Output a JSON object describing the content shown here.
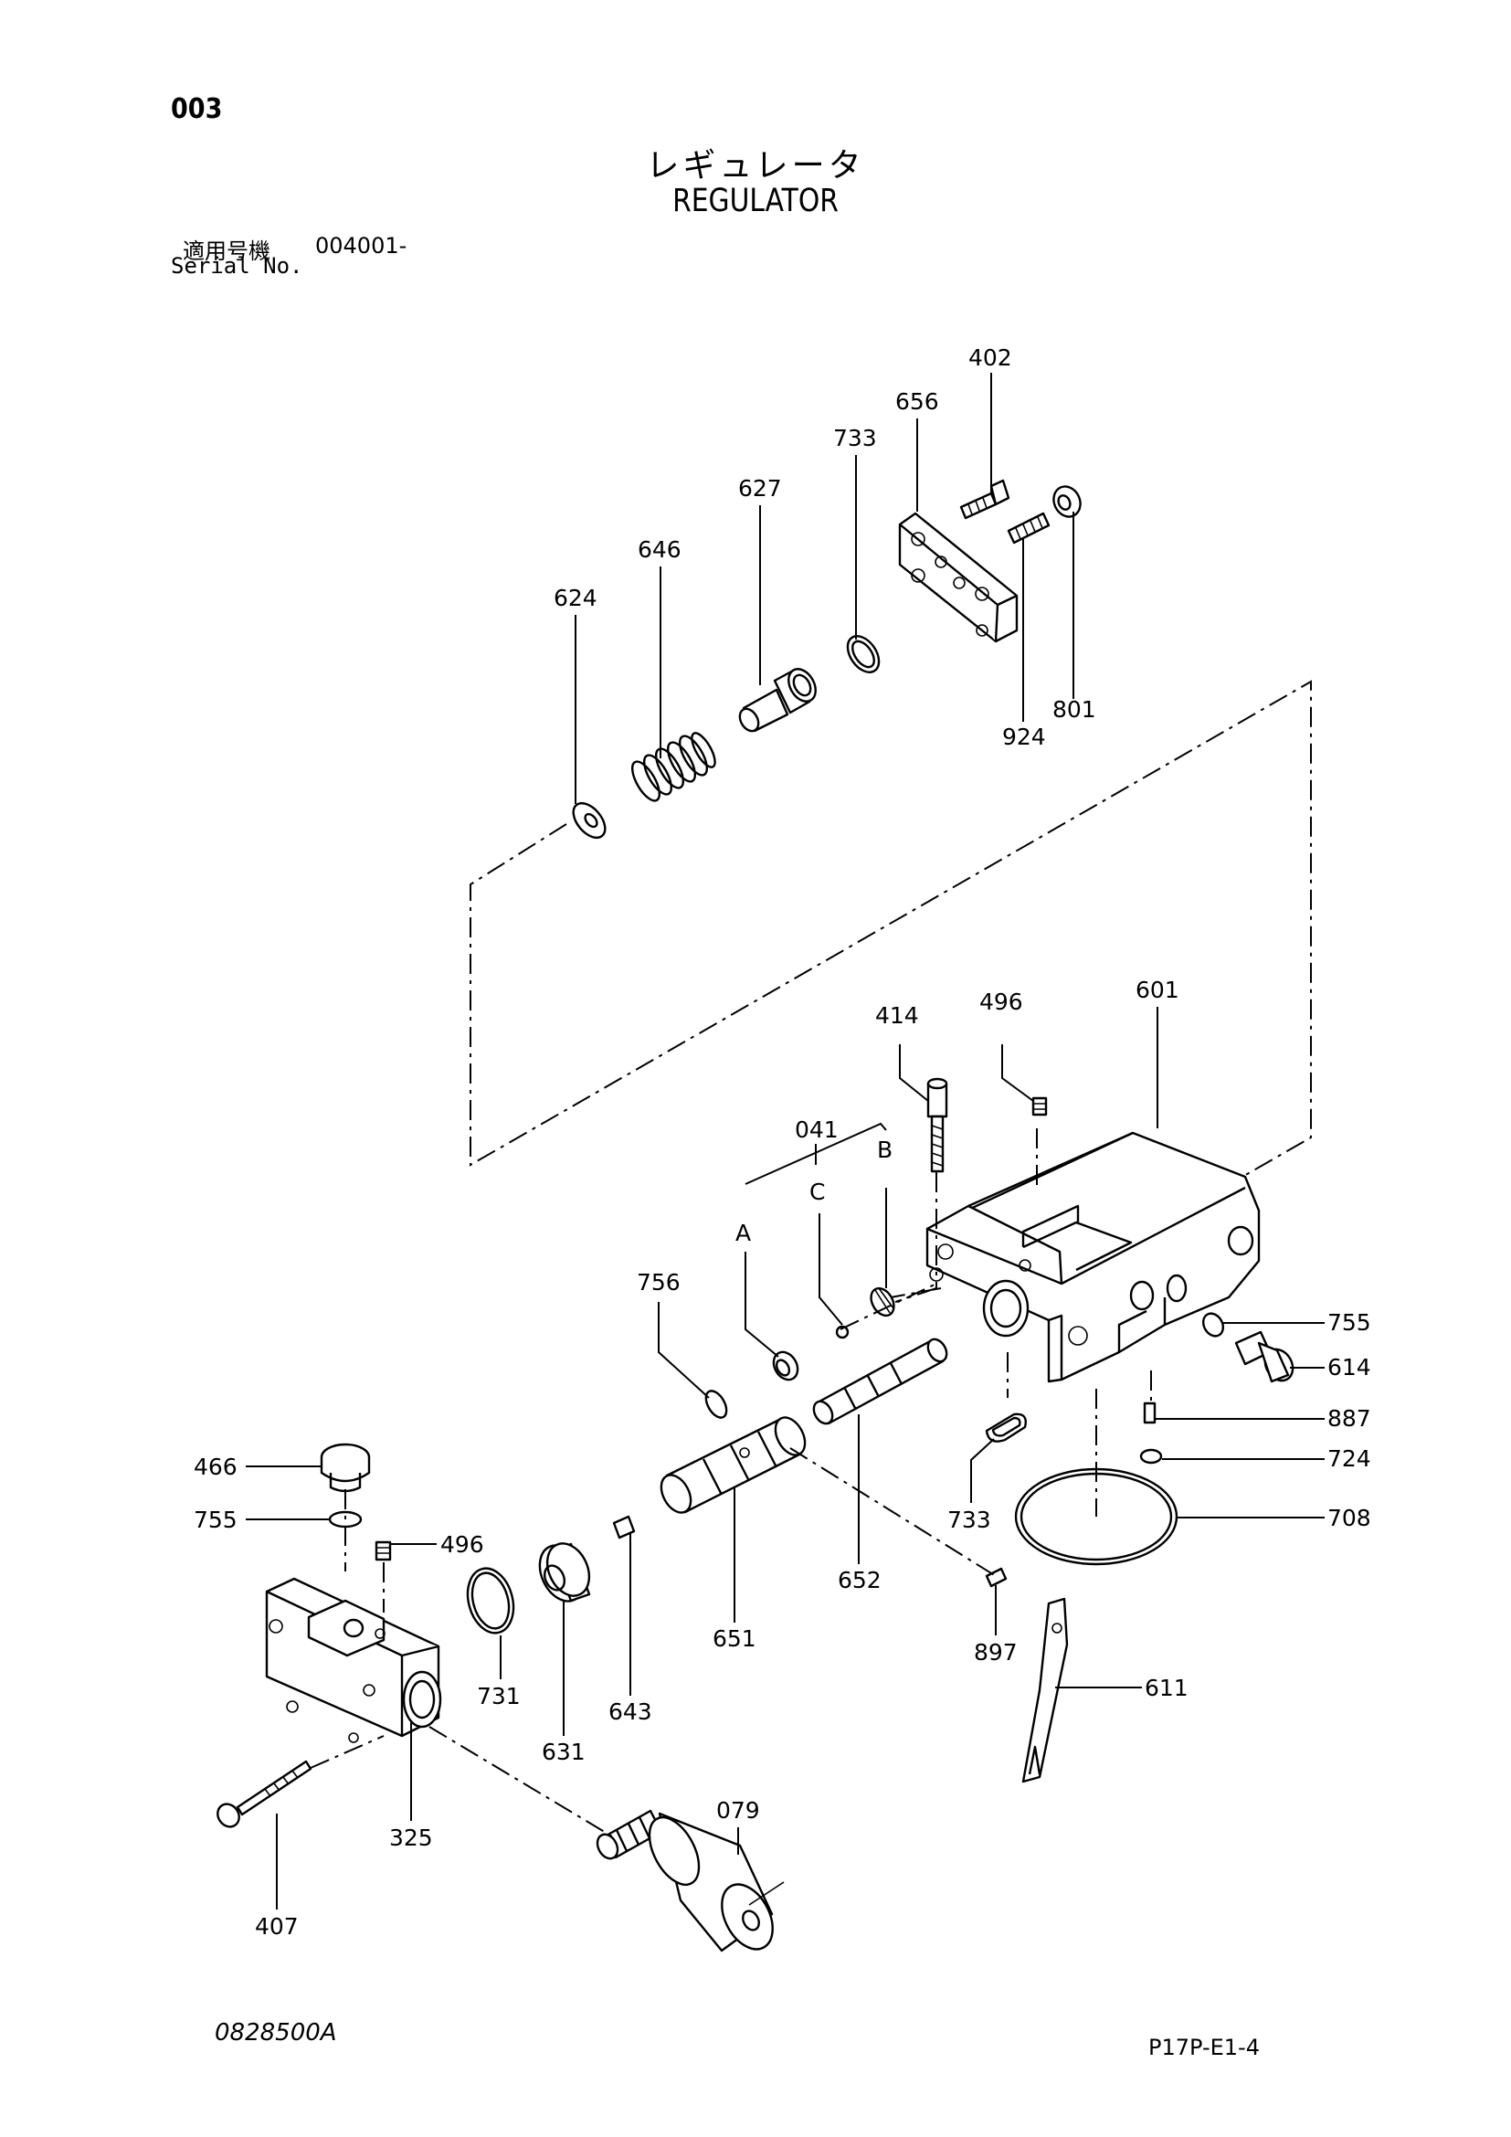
{
  "header": {
    "page_no": "003",
    "title_jp": "レギュレータ",
    "title_en": "REGULATOR",
    "serial_label_jp": "適用号機",
    "serial_value": "004001-",
    "serial_label_en": "Serial No."
  },
  "footer": {
    "drawing_no": "0828500A",
    "page_code": "P17P-E1-4"
  },
  "callouts": {
    "c402": "402",
    "c656": "656",
    "c733a": "733",
    "c627": "627",
    "c646": "646",
    "c624": "624",
    "c924": "924",
    "c801": "801",
    "c414": "414",
    "c496a": "496",
    "c601": "601",
    "c041": "041",
    "cB": "B",
    "cC": "C",
    "cA": "A",
    "c756": "756",
    "c755a": "755",
    "c614": "614",
    "c887": "887",
    "c724": "724",
    "c733b": "733",
    "c708": "708",
    "c466": "466",
    "c755b": "755",
    "c496b": "496",
    "c652": "652",
    "c651": "651",
    "c897": "897",
    "c611": "611",
    "c731": "731",
    "c631": "631",
    "c643": "643",
    "c325": "325",
    "c079": "079",
    "c407": "407"
  }
}
